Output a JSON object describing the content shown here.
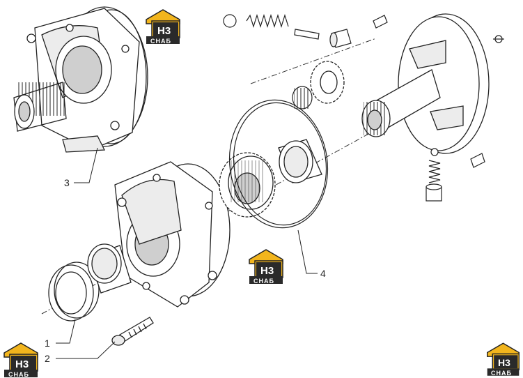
{
  "callouts": [
    {
      "id": "1",
      "text": "1"
    },
    {
      "id": "2",
      "text": "2"
    },
    {
      "id": "3",
      "text": "3"
    },
    {
      "id": "4",
      "text": "4"
    }
  ],
  "logo": {
    "top_text": "H3",
    "bottom_text": "СНАБ",
    "colors": {
      "yellow": "#f2b51d",
      "dark": "#2a2a2a"
    }
  },
  "colors": {
    "line": "#222222",
    "shade": "#cfcfcf",
    "light": "#ececec"
  }
}
